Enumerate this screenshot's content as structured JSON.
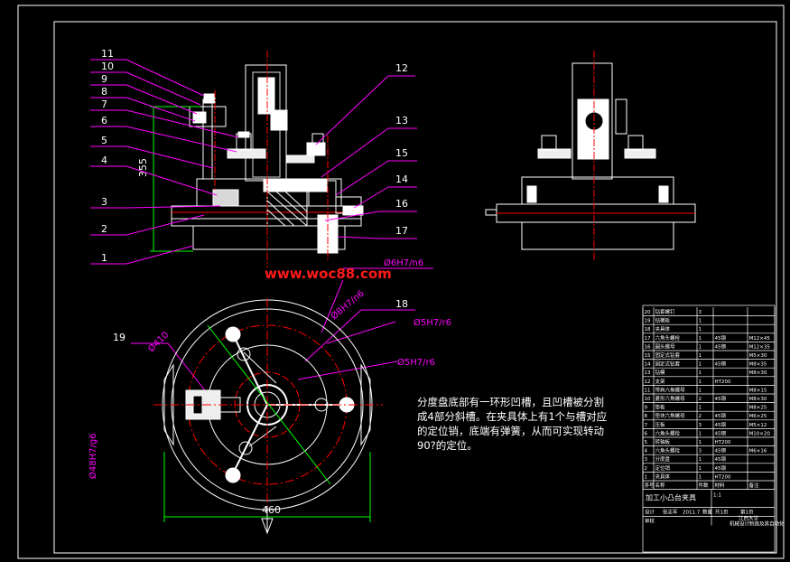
{
  "part_labels": [
    "1",
    "2",
    "3",
    "4",
    "5",
    "6",
    "7",
    "8",
    "9",
    "10",
    "11",
    "12",
    "13",
    "14",
    "15",
    "16",
    "17",
    "18",
    "19"
  ],
  "dimensions": {
    "height_355": "355",
    "fit_6": "Ø6H7/n6",
    "fit_8": "Ø8H7/n6",
    "fit_5a": "Ø5H7/r6",
    "fit_5b": "Ø5H7/r6",
    "fit_48": "Ø48H7/g6",
    "dia_410": "Ø410",
    "width_460": "460"
  },
  "watermark": "www.woc88.com",
  "note_lines": [
    "分度盘底部有一环形凹槽，且凹槽被分割",
    "成4部分斜槽。在夹具体上有1个与槽对应",
    "的定位销，底端有弹簧，从而可实现转动",
    "90?的定位。"
  ],
  "title_block": {
    "title": "加工小凸台夹具",
    "school": "江西大学",
    "school_sub": "机械设计制造及其自动化",
    "head": [
      "序号",
      "名称",
      "件数",
      "材料",
      "备注"
    ],
    "designer_row": [
      "设计",
      "张志军",
      "2011.7",
      "数量"
    ],
    "check_row": [
      "审核"
    ],
    "sheet": [
      "共1页",
      "第1页"
    ],
    "ratio": "1:1",
    "rows": [
      [
        "20",
        "钻套螺钉",
        "3",
        "",
        ""
      ],
      [
        "19",
        "钻模板",
        "1",
        "",
        ""
      ],
      [
        "18",
        "夹具体",
        "1",
        "",
        ""
      ],
      [
        "17",
        "六角头螺栓",
        "1",
        "45钢",
        "M12×45"
      ],
      [
        "16",
        "圆头螺母",
        "1",
        "45钢",
        "M12×35"
      ],
      [
        "15",
        "固定式钻套",
        "1",
        "",
        "M5×30"
      ],
      [
        "14",
        "固定式钻套",
        "1",
        "45钢",
        "M8×35"
      ],
      [
        "13",
        "钻模",
        "1",
        "",
        "M8×30"
      ],
      [
        "12",
        "支架",
        "1",
        "HT200",
        ""
      ],
      [
        "11",
        "带肩六角螺母",
        "1",
        "",
        "M8×15"
      ],
      [
        "10",
        "菱形六角螺母",
        "2",
        "45钢",
        "M8×30"
      ],
      [
        "9",
        "垫板",
        "1",
        "",
        "M8×25"
      ],
      [
        "8",
        "垫块六角螺母",
        "2",
        "45钢",
        "M6×25"
      ],
      [
        "7",
        "压板",
        "3",
        "45钢",
        "M5×12"
      ],
      [
        "6",
        "六角头螺栓",
        "1",
        "45钢",
        "M10×20"
      ],
      [
        "5",
        "转轴板",
        "1",
        "HT200",
        ""
      ],
      [
        "4",
        "六角头螺栓",
        "3",
        "45钢",
        "M6×16"
      ],
      [
        "3",
        "分度盘",
        "1",
        "45钢",
        ""
      ],
      [
        "2",
        "定位销",
        "1",
        "45钢",
        ""
      ],
      [
        "1",
        "夹具体",
        "1",
        "HT200",
        ""
      ]
    ]
  }
}
